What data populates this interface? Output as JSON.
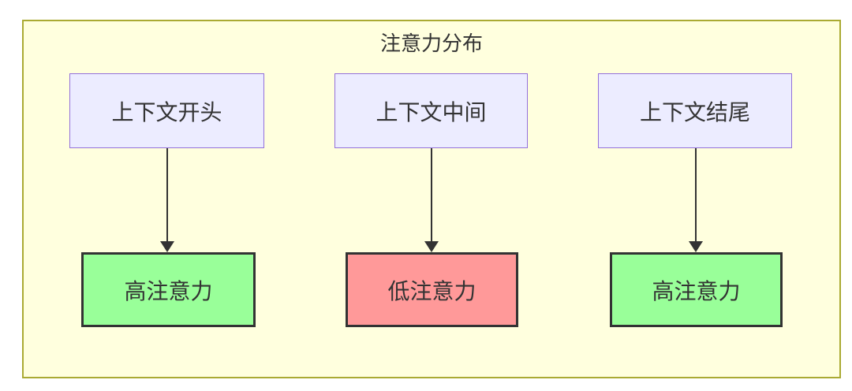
{
  "diagram": {
    "title": "注意力分布",
    "type": "flowchart",
    "colors": {
      "container_bg": "#ffffde",
      "container_border": "#aaaa33",
      "node_default_bg": "#ececff",
      "node_default_border": "#9370db",
      "high_attention_bg": "#99ff99",
      "low_attention_bg": "#ff9999",
      "emphasis_border": "#333333",
      "arrow": "#333333",
      "text": "#333333"
    },
    "columns": [
      {
        "source": "上下文开头",
        "target": "高注意力",
        "attention_level": "high"
      },
      {
        "source": "上下文中间",
        "target": "低注意力",
        "attention_level": "low"
      },
      {
        "source": "上下文结尾",
        "target": "高注意力",
        "attention_level": "high"
      }
    ]
  }
}
